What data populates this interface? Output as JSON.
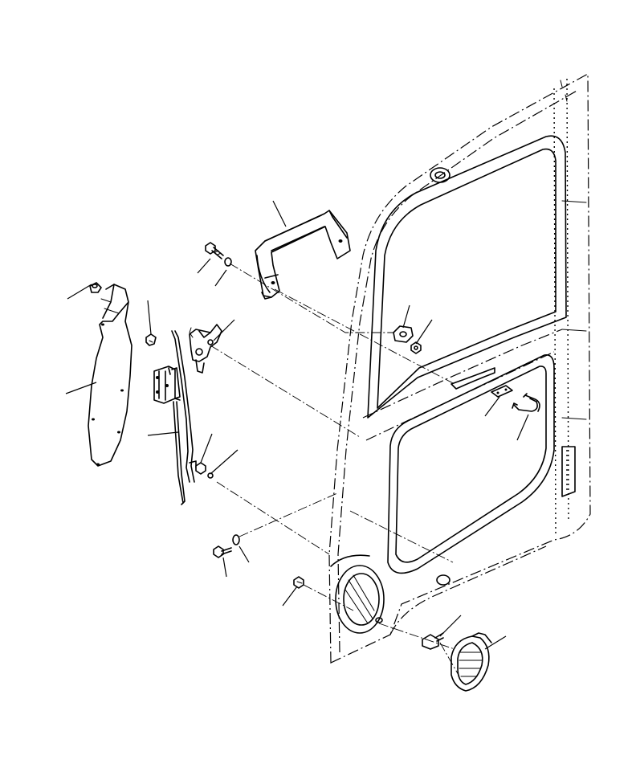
{
  "diagram": {
    "type": "exploded-parts-view",
    "subject": "cab-door",
    "callout_labels": [],
    "components": [
      "door-panel",
      "upper-window",
      "lower-window",
      "grab-handle",
      "door-inner-cover",
      "door-lock-assembly",
      "lock-rod",
      "outer-door-handle",
      "catch-plate",
      "u-bolt-striker",
      "bolts",
      "washers",
      "nuts"
    ]
  }
}
